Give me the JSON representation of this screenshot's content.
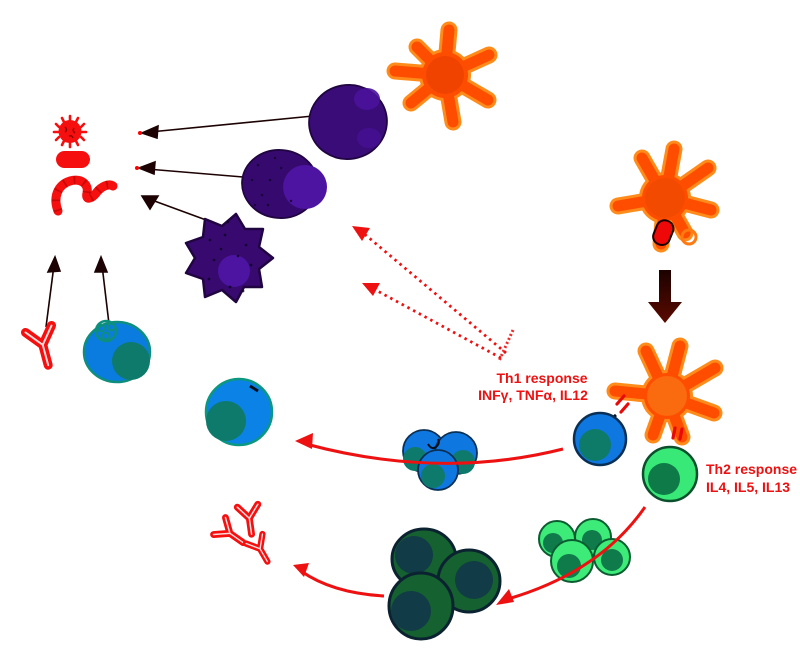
{
  "diagram": {
    "kind": "immunology schematic: Th1 / Th2 immune response",
    "labels": {
      "th1": {
        "line1": "Th1 response",
        "line2": "INFγ, TNFα, IL12"
      },
      "th2": {
        "line1": "Th2 response",
        "line2": "IL4, IL5, IL13"
      }
    },
    "colors": {
      "background": "#ffffff",
      "label_red": "#ee1111",
      "pathogen_red": "#f50f0f",
      "dendritic_orange": "#ff4d00",
      "dendritic_outline": "#ff8c1a",
      "effector_purple": "#380a70",
      "purple_nucleus": "#4c14a0",
      "tcell_blue": "#0d7ce4",
      "teal_nucleus": "#0e7a6b",
      "th2_green": "#38e977",
      "green_nucleus": "#0f7a4a",
      "plasma_dark_green": "#15612f",
      "dark_green_nucleus": "#113b47",
      "black_arrow": "#1c0202",
      "antigen_arrow_dark_red": "#3a0500"
    },
    "icons": {
      "virus-icon": "spiked red circle (virus)",
      "bacterium-icon": "red pill (bacterium)",
      "helminth-icon": "red worm (helminth)",
      "antibody-icon": "red Y antibody",
      "dendritic-cell-icon": "orange star dendritic cell",
      "macrophage-icon": "spiky purple macrophage",
      "phagocytosis-icon": "blue cell engulfing pathogen"
    }
  }
}
